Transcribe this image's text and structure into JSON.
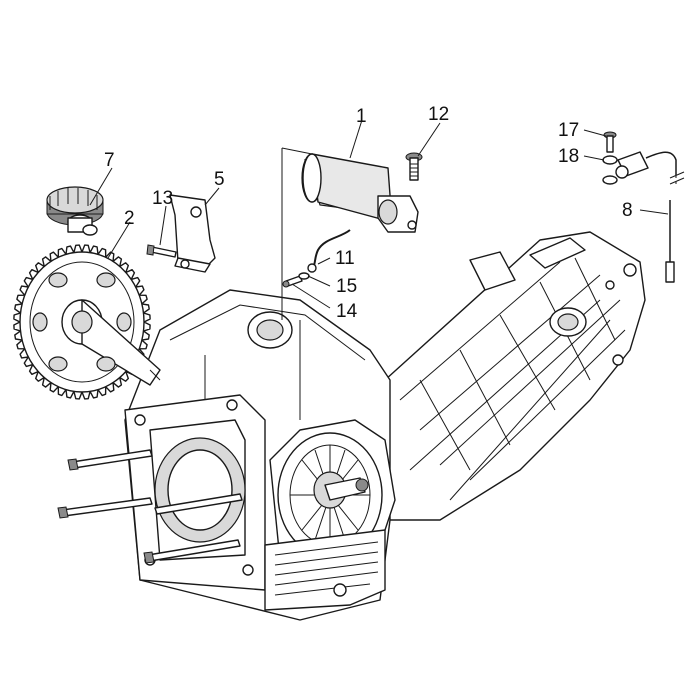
{
  "diagram": {
    "callouts": [
      {
        "id": "1",
        "label": "1"
      },
      {
        "id": "2",
        "label": "2"
      },
      {
        "id": "5",
        "label": "5"
      },
      {
        "id": "7",
        "label": "7"
      },
      {
        "id": "8",
        "label": "8"
      },
      {
        "id": "11",
        "label": "11"
      },
      {
        "id": "12",
        "label": "12"
      },
      {
        "id": "13",
        "label": "13"
      },
      {
        "id": "14",
        "label": "14"
      },
      {
        "id": "15",
        "label": "15"
      },
      {
        "id": "17",
        "label": "17"
      },
      {
        "id": "18",
        "label": "18"
      }
    ]
  }
}
